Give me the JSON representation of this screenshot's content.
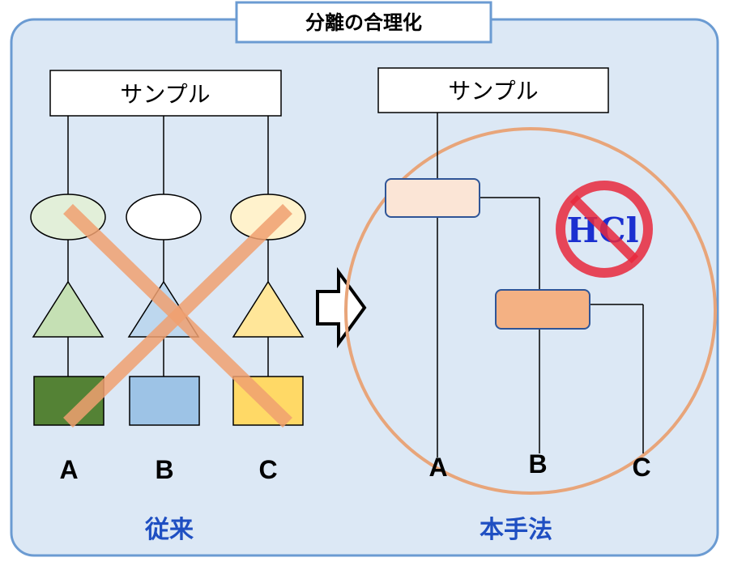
{
  "title": "分離の合理化",
  "left": {
    "sample_label": "サンプル",
    "lane_labels": [
      "A",
      "B",
      "C"
    ],
    "caption": "従来"
  },
  "right": {
    "sample_label": "サンプル",
    "lane_labels": [
      "A",
      "B",
      "C"
    ],
    "hcl_label": "HCl",
    "caption": "本手法"
  },
  "colors": {
    "panel_bg": "#dce8f5",
    "panel_border": "#6b9bd2",
    "caption_blue": "#1f4fc2",
    "cross_orange": "#f0a070",
    "prohibit_red": "#e8283c",
    "hcl_blue": "#1a2fd0"
  }
}
